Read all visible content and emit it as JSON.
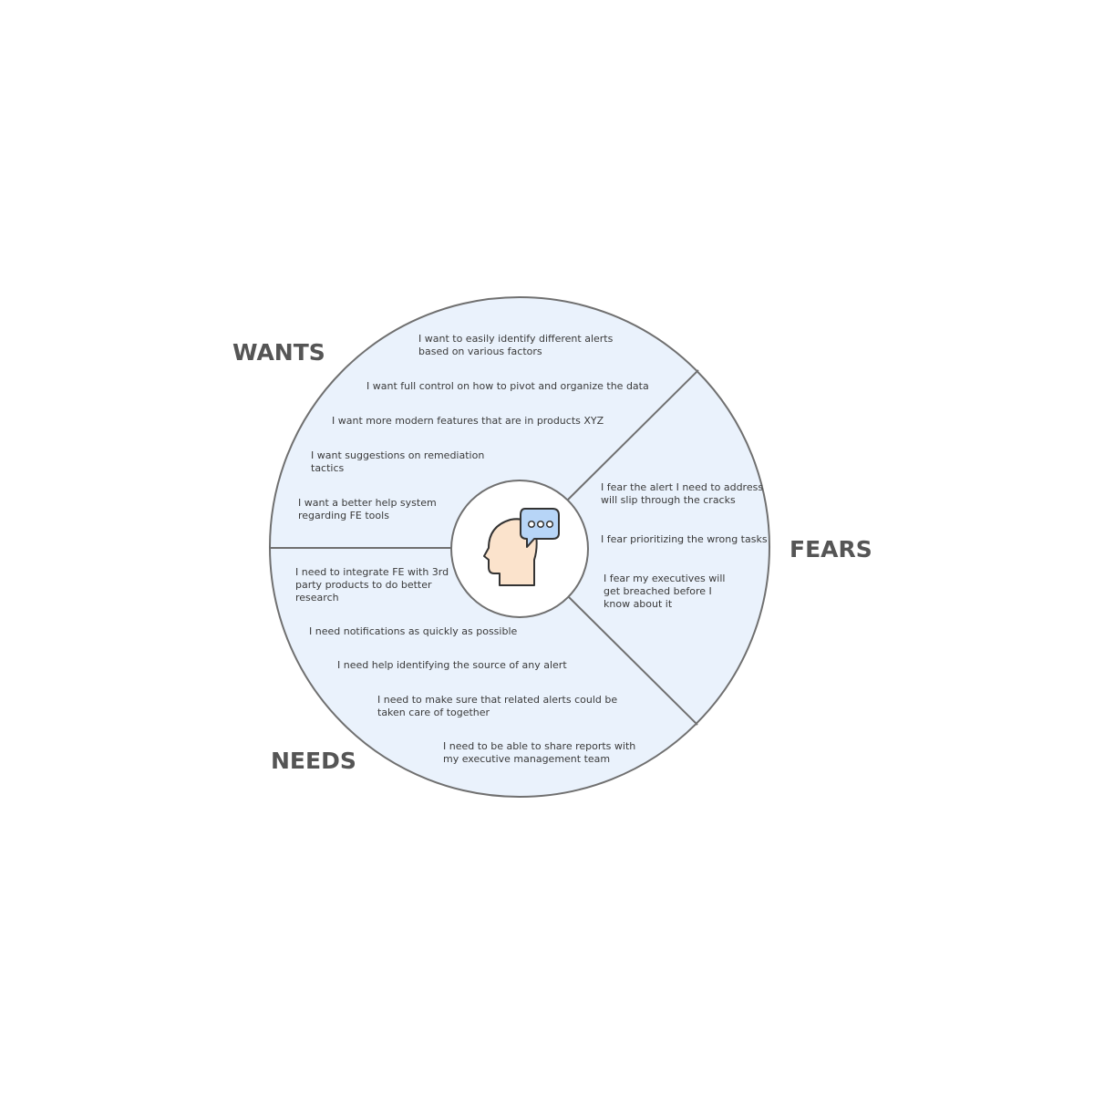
{
  "colors": {
    "segment_fill": "#eaf2fc",
    "outline": "#707070",
    "label": "#555555",
    "text": "#3a3a3a",
    "head_fill": "#fbe3cc",
    "bubble_fill": "#b7d5f7"
  },
  "sections": {
    "wants": {
      "label": "WANTS",
      "items": [
        [
          "I want to easily identify different alerts",
          "based on various factors"
        ],
        [
          "I want full control on how to pivot and organize the data"
        ],
        [
          "I want more modern features that are in products XYZ"
        ],
        [
          "I want suggestions on remediation",
          "tactics"
        ],
        [
          "I want a better help system",
          "regarding FE tools"
        ]
      ]
    },
    "fears": {
      "label": "FEARS",
      "items": [
        [
          "I fear the alert I need to address",
          "will slip through the cracks"
        ],
        [
          "I fear prioritizing the wrong tasks"
        ],
        [
          "I fear my executives will",
          "get breached before I",
          "know about it"
        ]
      ]
    },
    "needs": {
      "label": "NEEDS",
      "items": [
        [
          "I need to integrate FE with 3rd",
          "party products to do better",
          "research"
        ],
        [
          "I need notifications as quickly as possible"
        ],
        [
          "I need help identifying the source of any alert"
        ],
        [
          "I need to make sure that related alerts could be",
          "taken care of together"
        ],
        [
          "I need to be able to share reports with",
          "my executive management team"
        ]
      ]
    }
  },
  "center_icon": {
    "head": "person-head-icon",
    "bubble": "speech-bubble-icon"
  }
}
